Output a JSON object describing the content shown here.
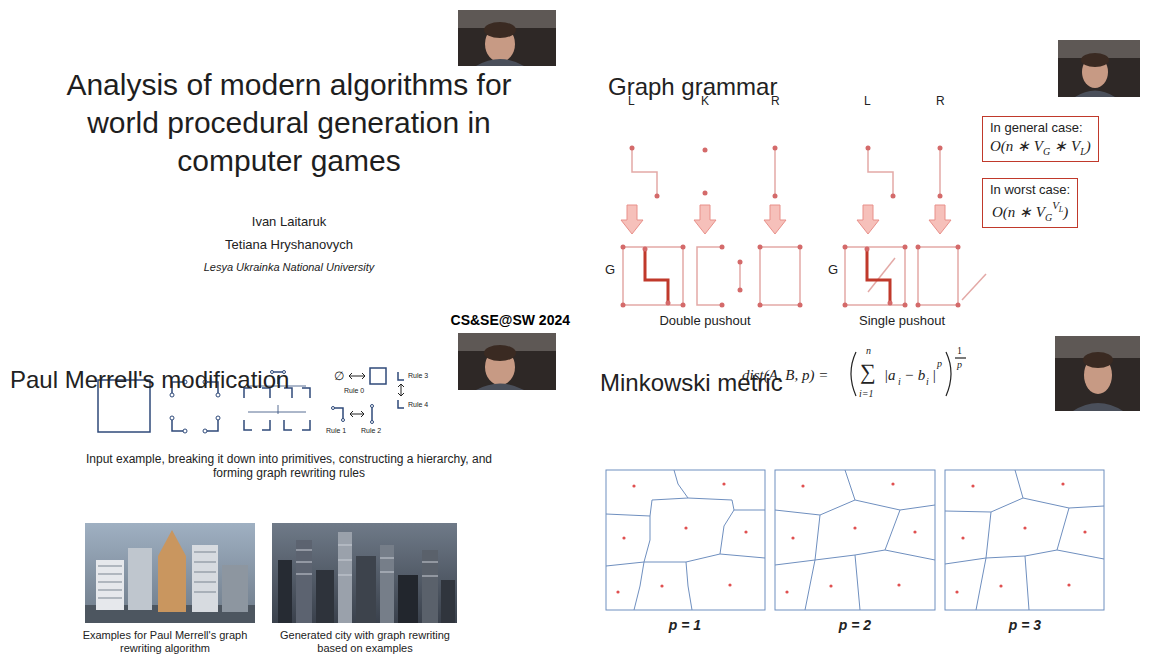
{
  "diagram": {
    "nodes": [
      {
        "text": [
          "Analysis of modern algorithms for world procedural generation in computer games",
          "Ivan Laitaruk",
          "Tetiana Hryshanovych",
          "Lesya Ukrainka National University",
          "CS&SE@SW 2024"
        ]
      },
      {
        "text": [
          "Graph grammar"
        ]
      },
      {
        "text": [
          "Paul Merrell's modification"
        ]
      },
      {
        "text": [
          "Minkowski metric"
        ]
      },
      {
        "text": [
          "In general case:",
          "O(n ∗ V",
          "G",
          "∗ V",
          "L",
          ")"
        ],
        "in": 1
      },
      {
        "text": [
          "In worst case:",
          "O(n ∗ V",
          "G",
          "V",
          "L",
          ")"
        ],
        "in": 1
      }
    ],
    "labels": [
      "L",
      "K",
      "R",
      "L",
      "R",
      "G",
      "G",
      "Double pushout",
      "Single pushout",
      "∅",
      "Rule 0",
      "Rule 1",
      "Rule 2",
      "Rule 3",
      "Rule 4",
      "Input example, breaking it down into primitives, constructing a hierarchy, and forming graph rewriting rules",
      "Examples for Paul Merrell's graph rewriting algorithm",
      "Generated city with graph rewriting based on examples",
      "dist(A, B, p) =",
      "∑",
      "n",
      "i=1",
      "|a",
      "i",
      "− b",
      "i",
      "|",
      "p",
      "1",
      "p",
      "p = 1",
      "p = 2",
      "p = 3"
    ]
  }
}
